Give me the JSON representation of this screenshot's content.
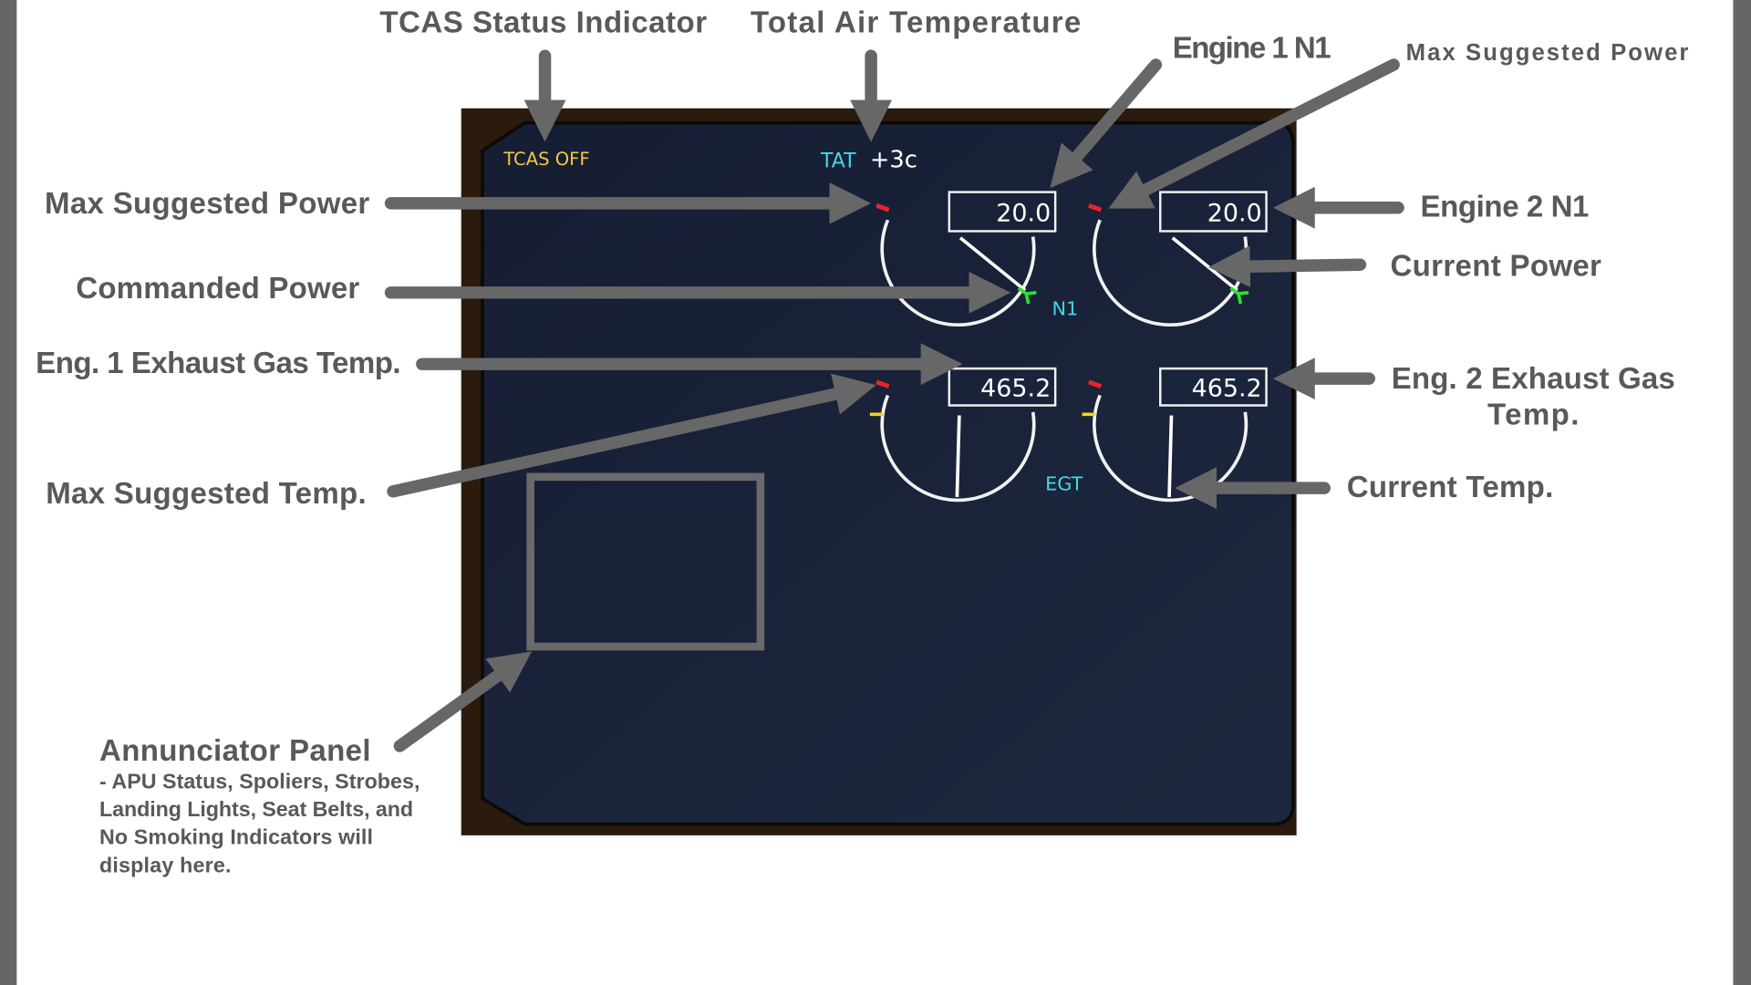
{
  "display": {
    "tcas_status": "TCAS OFF",
    "tat_label": "TAT",
    "tat_value": "+3c",
    "n1_label": "N1",
    "egt_label": "EGT",
    "engine1_n1": "20.0",
    "engine2_n1": "20.0",
    "engine1_egt": "465.2",
    "engine2_egt": "465.2",
    "colors": {
      "amber": "#f2c93a",
      "cyan": "#3fd8e6",
      "red": "#e8242a",
      "green": "#2fe02f",
      "yellow": "#f0d020",
      "screen": "#172036",
      "frame": "#2b1b0e"
    }
  },
  "annotations": {
    "tcas_status_indicator": "TCAS Status Indicator",
    "total_air_temperature": "Total Air Temperature",
    "engine1_n1": "Engine 1 N1",
    "max_suggested_power_right": "Max Suggested Power",
    "max_suggested_power_left": "Max Suggested Power",
    "engine2_n1": "Engine 2 N1",
    "commanded_power": "Commanded Power",
    "current_power": "Current Power",
    "eng1_egt": "Eng. 1 Exhaust Gas Temp.",
    "eng2_egt_line1": "Eng. 2 Exhaust Gas",
    "eng2_egt_line2": "Temp.",
    "max_suggested_temp": "Max Suggested Temp.",
    "current_temp": "Current Temp.",
    "annunciator_title": "Annunciator Panel",
    "annunciator_desc": [
      "- APU Status, Spoliers, Strobes,",
      "Landing Lights, Seat Belts, and",
      "No Smoking Indicators will",
      "display here."
    ]
  }
}
